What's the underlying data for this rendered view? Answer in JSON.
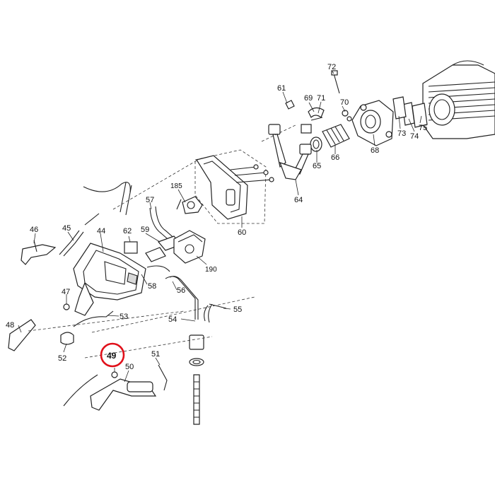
{
  "diagram": {
    "part_numbers": [
      "72",
      "61",
      "69",
      "71",
      "70",
      "73",
      "74",
      "75",
      "68",
      "66",
      "65",
      "64",
      "60",
      "185",
      "57",
      "59",
      "62",
      "190",
      "46",
      "45",
      "44",
      "56",
      "58",
      "47",
      "53",
      "55",
      "54",
      "48",
      "52",
      "49",
      "50",
      "51"
    ],
    "highlighted_part": "49",
    "highlight_color": "#e0101a"
  }
}
